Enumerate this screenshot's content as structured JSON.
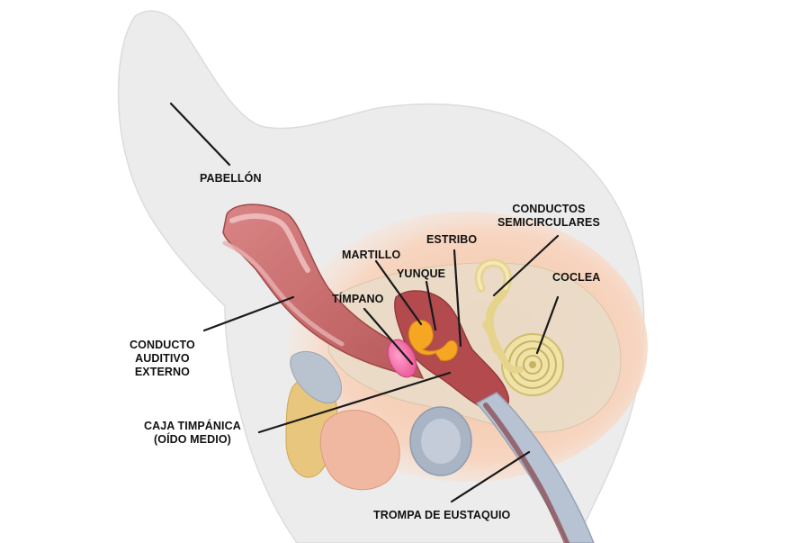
{
  "labels": {
    "pabellon": "PABELLÓN",
    "conductos_semicirculares": [
      "CONDUCTOS",
      "SEMICIRCULARES"
    ],
    "estribo": "ESTRIBO",
    "martillo": "MARTILLO",
    "yunque": "YUNQUE",
    "coclea": "COCLEA",
    "timpano": "TÍMPANO",
    "conducto_auditivo_externo": [
      "CONDUCTO",
      "AUDITIVO",
      "EXTERNO"
    ],
    "caja_timpanica": [
      "CAJA TIMPÁNICA",
      "(OÍDO MEDIO)"
    ],
    "trompa_de_eustaquio": "TROMPA DE EUSTAQUIO"
  },
  "colors": {
    "skin": "#ededed",
    "canal": "#c96a6a",
    "tissue": "#f0c9b2",
    "bone": "#e8dcc8",
    "cochlea": "#efe3a8",
    "eardrum": "#f26aa6",
    "ossicles": "#f5a623",
    "fat": "#e5c27a",
    "eustachian": "#aab6c6"
  }
}
